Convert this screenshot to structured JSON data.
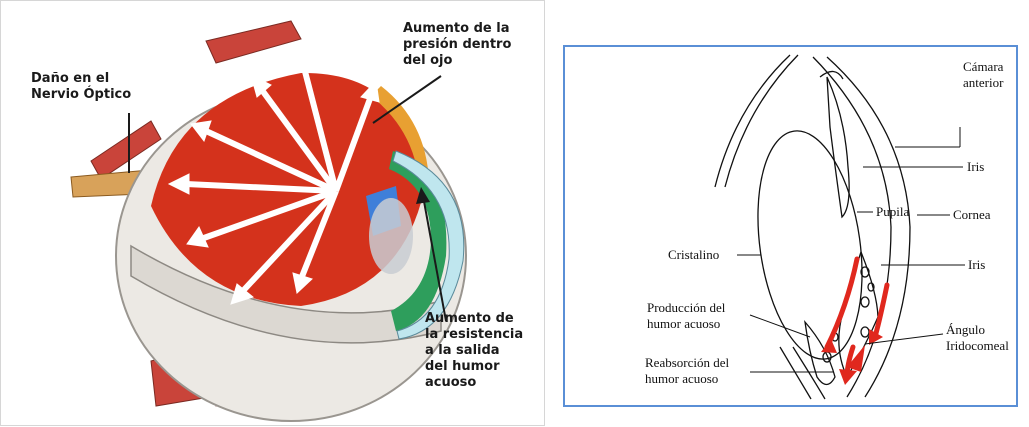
{
  "left_diagram": {
    "labels": {
      "optic_nerve_damage": "Daño en el\nNervio Óptico",
      "pressure_increase": "Aumento de la\npresión dentro\ndel ojo",
      "outflow_resistance": "Aumento de\nla resistencia\na la salida\ndel humor\nacuoso"
    }
  },
  "right_diagram": {
    "labels": {
      "anterior_chamber": "Cámara\nanterior",
      "iris_top": "Iris",
      "pupil": "Pupila",
      "cornea": "Cornea",
      "lens": "Cristalino",
      "iris_bottom": "Iris",
      "aqueous_production": "Producción del\nhumor acuoso",
      "iridocorneal_angle": "Ángulo\nIridocomeal",
      "aqueous_reabsorption": "Reabsorción del\nhumor acuoso"
    }
  },
  "colors": {
    "eye_interior": "#d4321c",
    "muscle": "#c9443a",
    "sclera": "#ece9e4",
    "arrow_white": "#ffffff",
    "flow_red": "#e0281e",
    "blue_region": "#3f7fd9",
    "green_band": "#2e9e5c",
    "right_panel_border": "#5a8fd6"
  }
}
